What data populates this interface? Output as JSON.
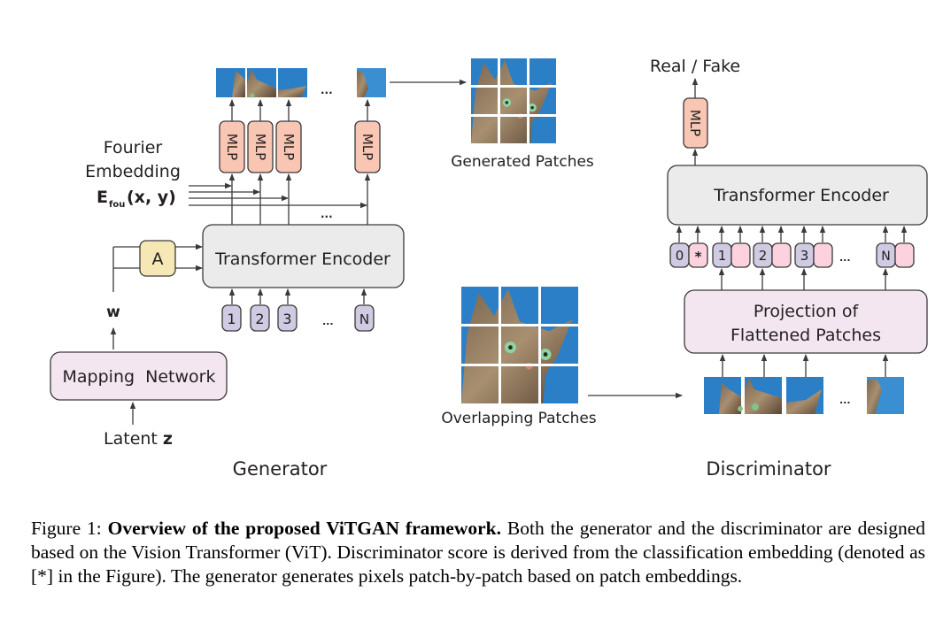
{
  "figure": {
    "generator": {
      "section_label": "Generator",
      "fourier_label_line1": "Fourier",
      "fourier_label_line2": "Embedding",
      "fourier_symbol_main": "E",
      "fourier_symbol_sub": "fou",
      "fourier_symbol_args": "(x, y)",
      "mlp_label": "MLP",
      "ellipsis": "...",
      "affine_label": "A",
      "encoder_label": "Transformer Encoder",
      "w_label": "w",
      "mapping_label": "Mapping  Network",
      "latent_label": "Latent ",
      "latent_var": "z",
      "tokens": [
        "1",
        "2",
        "3",
        "N"
      ],
      "generated_patches_label": "Generated Patches"
    },
    "discriminator": {
      "section_label": "Discriminator",
      "output_label": "Real / Fake",
      "mlp_label": "MLP",
      "encoder_label": "Transformer Encoder",
      "cls_token": "*",
      "tokens": [
        "0",
        "1",
        "2",
        "3",
        "N"
      ],
      "ellipsis": "...",
      "projection_line1": "Projection of",
      "projection_line2": "Flattened Patches",
      "overlapping_patches_label": "Overlapping Patches"
    },
    "colors": {
      "mlp_fill": "#f9c6b4",
      "affine_fill": "#f5e8b5",
      "encoder_fill": "#ebebeb",
      "mapping_fill": "#f4e6f1",
      "token_fill": "#d0cae3",
      "pos_token_fill": "#fbd2de",
      "patch_blue": "#2a7fc7",
      "stroke": "#3a3a3a"
    }
  },
  "caption": {
    "prefix": "Figure 1: ",
    "title": "Overview of the proposed ViTGAN framework.",
    "body": " Both the generator and the discriminator are designed based on the Vision Transformer (ViT). Discriminator score is derived from the classification embedding (denoted as [*] in the Figure). The generator generates pixels patch-by-patch based on patch embeddings."
  }
}
